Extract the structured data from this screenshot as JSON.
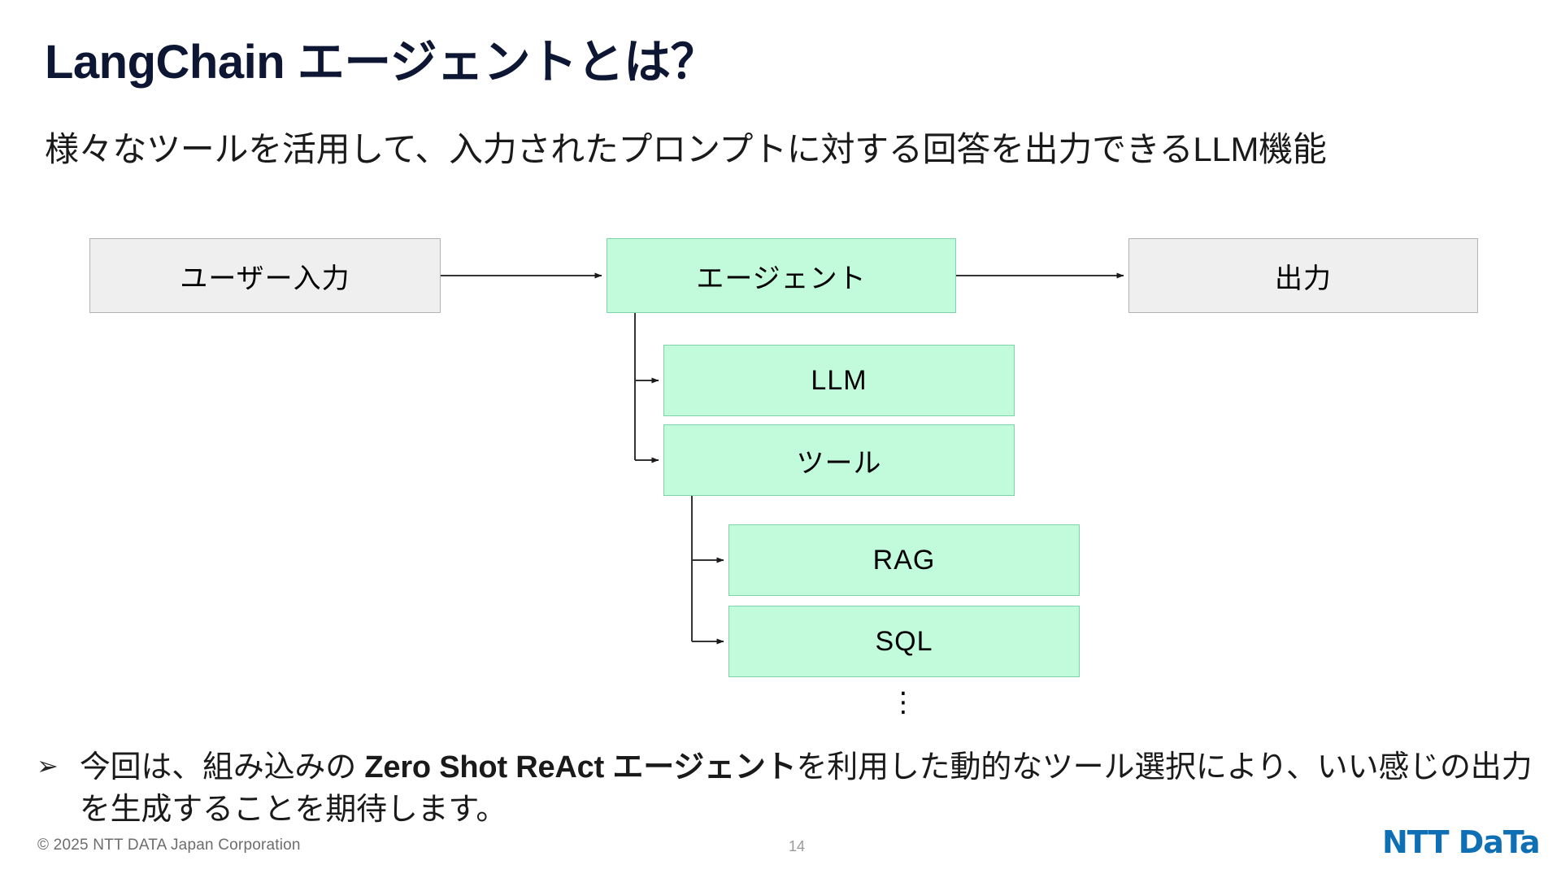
{
  "slide": {
    "title": "LangChain エージェントとは？",
    "subtitle": "様々なツールを活用して、入力されたプロンプトに対する回答を出力できるLLM機能"
  },
  "diagram": {
    "nodes": [
      {
        "id": "user-input",
        "label": "ユーザー入力",
        "style": "gray"
      },
      {
        "id": "agent",
        "label": "エージェント",
        "style": "green"
      },
      {
        "id": "output",
        "label": "出力",
        "style": "gray"
      },
      {
        "id": "llm",
        "label": "LLM",
        "style": "green"
      },
      {
        "id": "tool",
        "label": "ツール",
        "style": "green"
      },
      {
        "id": "rag",
        "label": "RAG",
        "style": "green"
      },
      {
        "id": "sql",
        "label": "SQL",
        "style": "green"
      }
    ],
    "continuation_marker": "⋮",
    "colors": {
      "gray_fill": "#efefef",
      "gray_border": "#b3b3b3",
      "green_fill": "#c2fbdc",
      "green_border": "#7fd3a8",
      "connector": "#333333"
    }
  },
  "bullets": [
    {
      "marker": "➢",
      "segments": [
        {
          "text": "今回は、組み込みの ",
          "bold": false
        },
        {
          "text": "Zero Shot ReAct エージェント",
          "bold": true
        },
        {
          "text": "を利用した動的なツール選択により、いい感じの出力を生成することを期待します。",
          "bold": false
        }
      ],
      "plain": "今回は、組み込みの Zero Shot ReAct エージェントを利用した動的なツール選択により、いい感じの出力を生成することを期待します。"
    }
  ],
  "footer": {
    "copyright": "© 2025 NTT DATA Japan Corporation",
    "page_number": "14",
    "logo_text": "NTT DaTa",
    "logo_color": "#0f6fb5"
  }
}
